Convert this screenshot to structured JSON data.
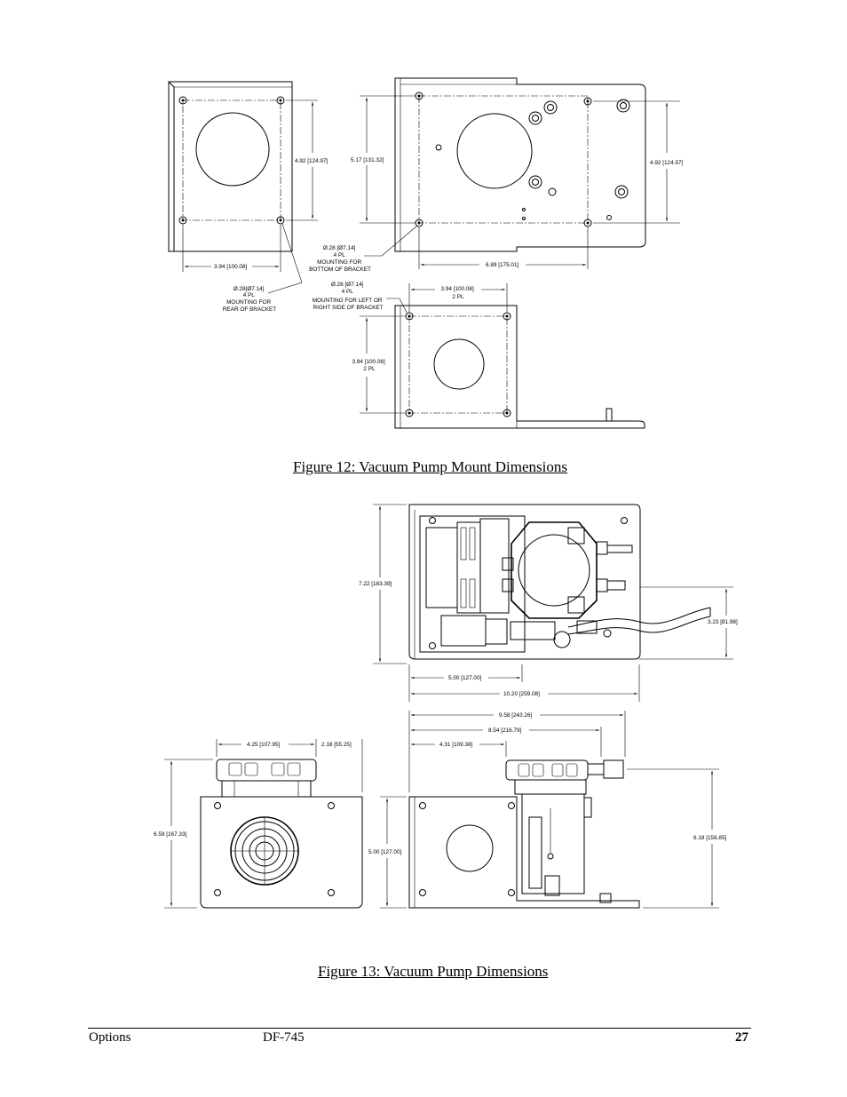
{
  "figure12": {
    "caption": "Figure 12: Vacuum Pump Mount Dimensions",
    "rear_view": {
      "height_dim": "4.92 [124.97]",
      "width_dim": "3.94 [100.08]",
      "hole_note": [
        "Ø.28[Ø7.14]",
        "4 PL",
        "MOUNTING FOR",
        "REAR OF BRACKET"
      ]
    },
    "bottom_view": {
      "height_dim": "5.17 [131.32]",
      "right_height_dim": "4.92 [124.97]",
      "width_dim": "6.89 [175.01]",
      "hole_note": [
        "Ø.28 [Ø7.14]",
        "4 PL",
        "MOUNTING FOR",
        "BOTTOM OF BRACKET"
      ]
    },
    "side_view": {
      "top_dim": [
        "3.94 [100.08]",
        "2 PL"
      ],
      "height_dim": [
        "3.94 [100.08]",
        "2 PL"
      ],
      "hole_note": [
        "Ø.28 [Ø7.14]",
        "4 PL",
        "MOUNTING FOR LEFT OR",
        "RIGHT SIDE OF BRACKET"
      ]
    }
  },
  "figure13": {
    "caption": "Figure 13: Vacuum Pump Dimensions",
    "top_view": {
      "height_dim": "7.22 [183.39]",
      "cable_dim": "3.23 [81.98]",
      "width_dim_1": "5.00 [127.00]",
      "width_dim_2": "10.20 [259.08]"
    },
    "front_view": {
      "dim_a": "4.25 [107.95]",
      "dim_b": "2.18 [55.25]",
      "height_dim": "6.59 [167.33]"
    },
    "side_view": {
      "dim_1": "9.58 [243.26]",
      "dim_2": "8.54 [216.79]",
      "dim_3": "4.31 [109.38]",
      "left_height_dim": "5.00 [127.00]",
      "right_height_dim": "6.18 [156.85]"
    }
  },
  "footer": {
    "section": "Options",
    "model": "DF-745",
    "page": "27"
  }
}
